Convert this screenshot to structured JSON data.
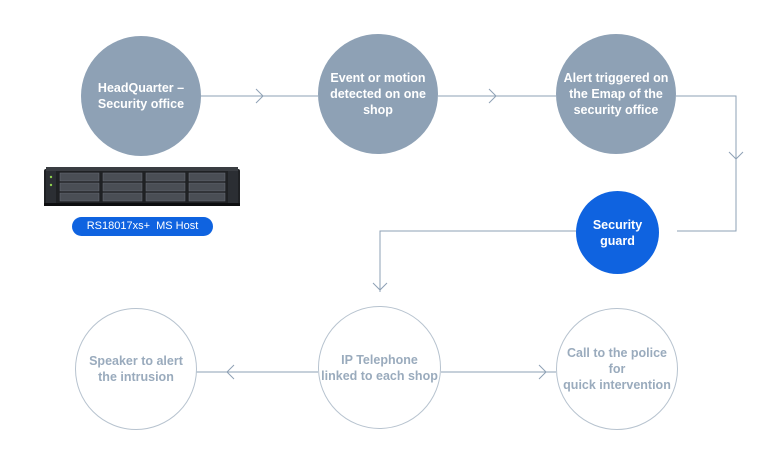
{
  "colors": {
    "filled_node": "#8ea1b5",
    "active_node": "#0f63e0",
    "outline_node_border": "#b7c3cf",
    "outline_text": "#9aabbd",
    "connector": "#8ea1b5"
  },
  "nodes": {
    "headquarter": "HeadQuarter –\nSecurity office",
    "event_detected": "Event or motion\ndetected on one\nshop",
    "alert_triggered": "Alert triggered on\nthe Emap of the\nsecurity office",
    "security_guard": "Security\nguard",
    "speaker": "Speaker to alert\nthe intrusion",
    "ip_telephone": "IP Telephone\nlinked to each shop",
    "call_police": "Call to the police for\nquick intervention"
  },
  "host": {
    "label": "RS18017xs+  MS Host",
    "icon": "rack-server-icon"
  }
}
